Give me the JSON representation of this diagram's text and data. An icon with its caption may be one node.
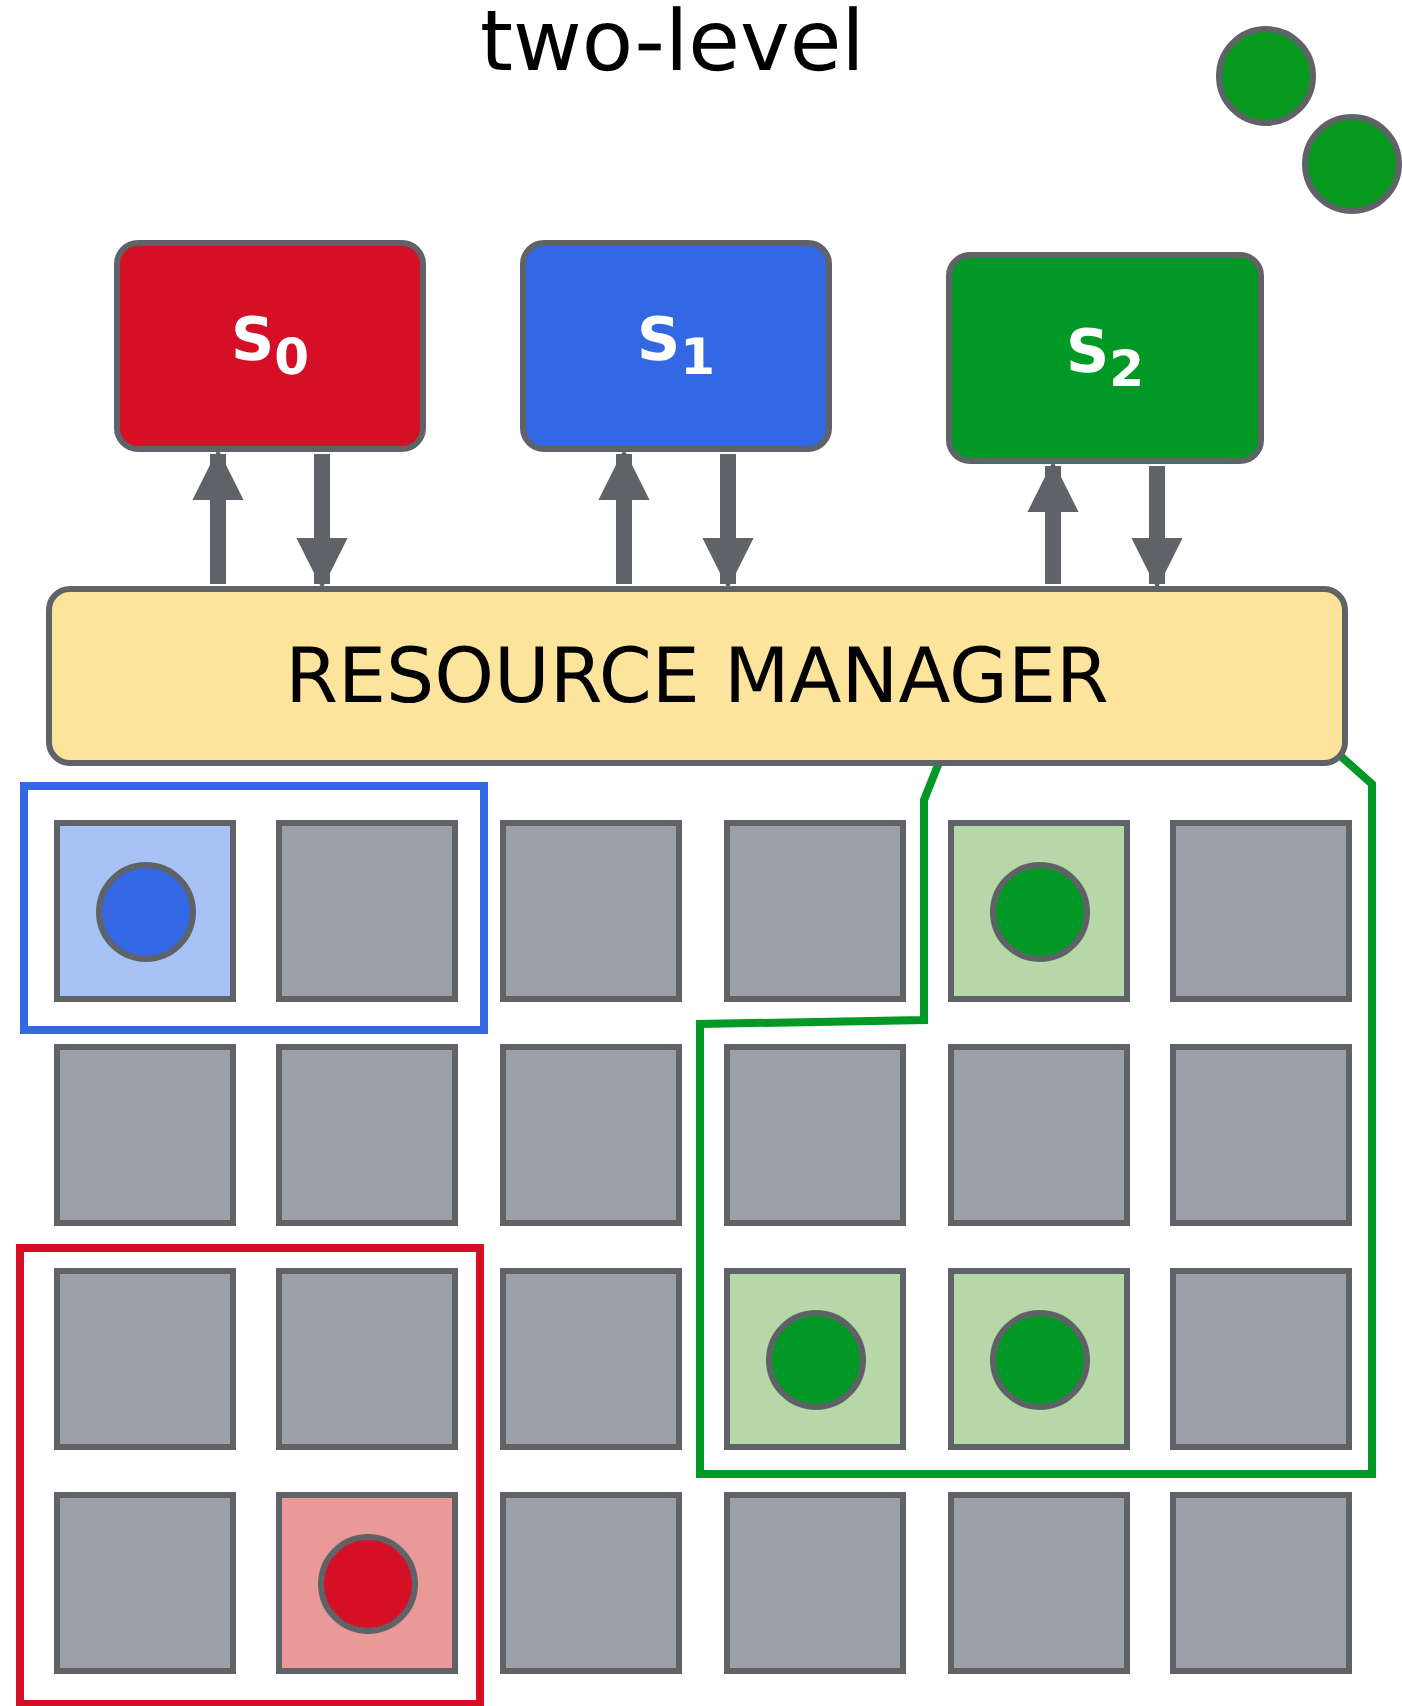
{
  "diagram": {
    "title": "two-level",
    "nodes": [
      {
        "text": [],
        "shape": "circle"
      },
      {
        "text": [],
        "shape": "circle"
      },
      {
        "text": [
          "S$_{0}$"
        ]
      },
      {
        "text": [
          "S$_{1}$"
        ]
      },
      {
        "text": [
          "S$_{2}$"
        ]
      },
      {
        "text": [
          "RESOURCE MANAGER"
        ]
      },
      {
        "text": [],
        "shape": "box"
      },
      {
        "text": [],
        "shape": "box"
      },
      {
        "text": [],
        "shape": "box"
      },
      {
        "text": [],
        "shape": "box"
      },
      {
        "text": [],
        "shape": "box"
      },
      {
        "text": [],
        "shape": "box"
      },
      {
        "text": [],
        "shape": "box"
      },
      {
        "text": [],
        "shape": "box"
      },
      {
        "text": [],
        "shape": "box"
      },
      {
        "text": [],
        "shape": "box"
      },
      {
        "text": [],
        "shape": "box"
      },
      {
        "text": [],
        "shape": "box"
      },
      {
        "text": [],
        "shape": "box"
      },
      {
        "text": [],
        "shape": "box"
      },
      {
        "text": [],
        "shape": "box"
      },
      {
        "text": [],
        "shape": "box"
      },
      {
        "text": [],
        "shape": "box"
      },
      {
        "text": [],
        "shape": "box"
      },
      {
        "text": [],
        "shape": "box"
      },
      {
        "text": [],
        "shape": "box"
      },
      {
        "text": [],
        "shape": "box"
      },
      {
        "text": [],
        "shape": "box"
      },
      {
        "text": [],
        "shape": "box"
      },
      {
        "text": [],
        "shape": "box"
      },
      {
        "text": [],
        "shape": "circle",
        "in": 6
      },
      {
        "text": [],
        "shape": "circle",
        "in": 10
      },
      {
        "text": [],
        "shape": "circle",
        "in": 21
      },
      {
        "text": [],
        "shape": "circle",
        "in": 22
      },
      {
        "text": [],
        "shape": "circle",
        "in": 25
      }
    ],
    "edges": [
      {
        "from": 5,
        "to": 2,
        "arrow": "to"
      },
      {
        "from": 2,
        "to": 5,
        "arrow": "to"
      },
      {
        "from": 5,
        "to": 3,
        "arrow": "to"
      },
      {
        "from": 3,
        "to": 5,
        "arrow": "to"
      },
      {
        "from": 5,
        "to": 4,
        "arrow": "to"
      },
      {
        "from": 4,
        "to": 5,
        "arrow": "to"
      }
    ]
  }
}
